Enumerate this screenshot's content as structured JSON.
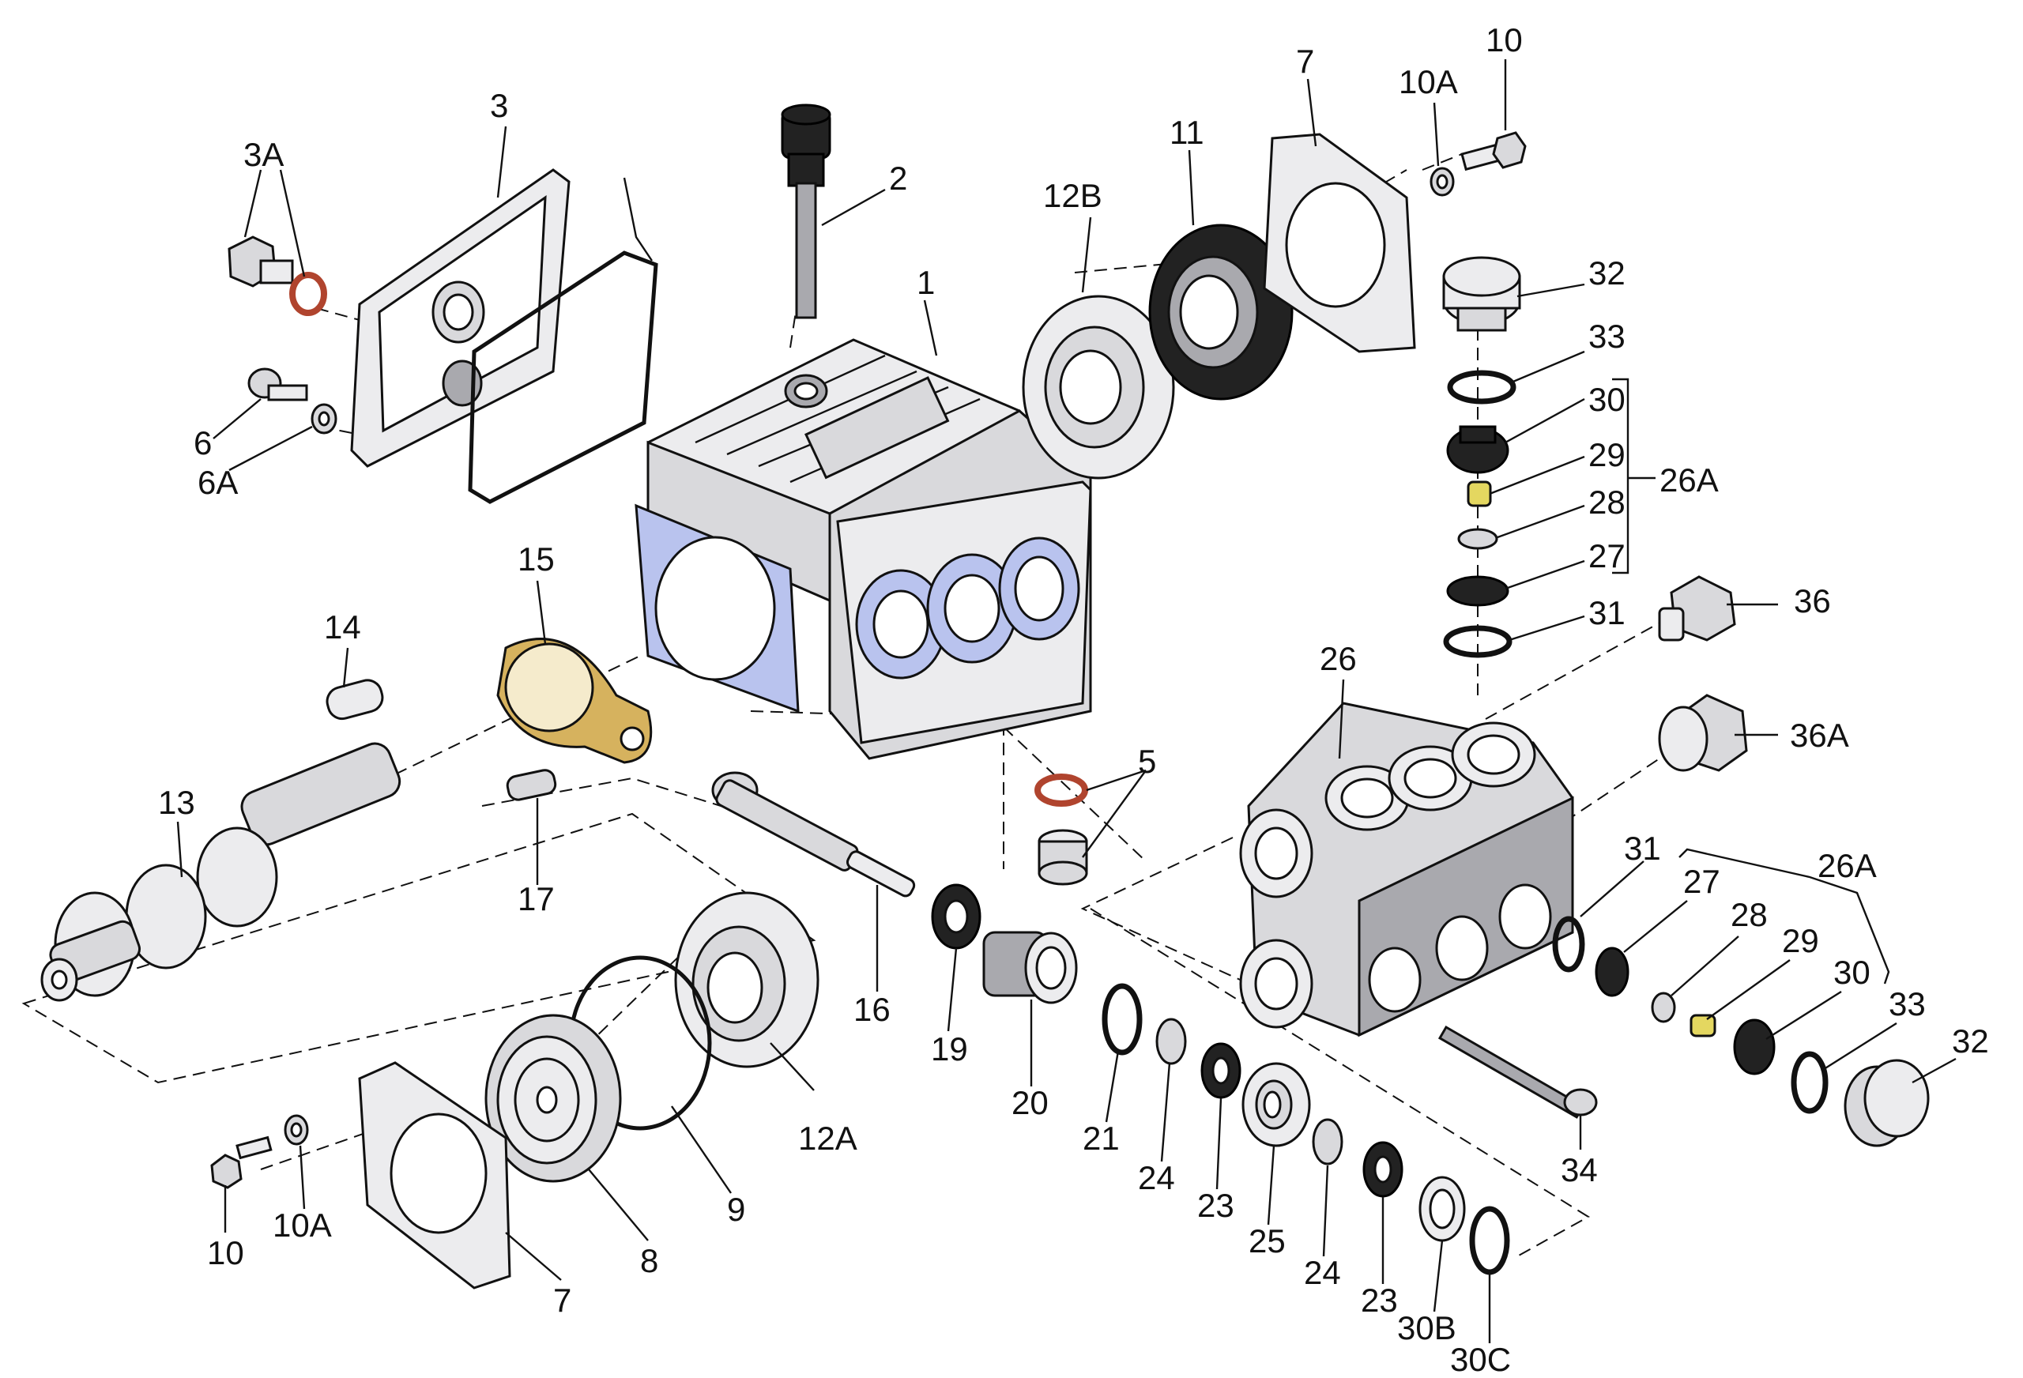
{
  "diagram": {
    "callouts": {
      "c1": "1",
      "c2": "2",
      "c3": "3",
      "c3A": "3A",
      "c5": "5",
      "c6": "6",
      "c6A": "6A",
      "c7a": "7",
      "c7b": "7",
      "c8": "8",
      "c9": "9",
      "c10a": "10",
      "c10Aa": "10A",
      "c10b": "10",
      "c10Ab": "10A",
      "c11": "11",
      "c12A": "12A",
      "c12B": "12B",
      "c13": "13",
      "c14": "14",
      "c15": "15",
      "c16": "16",
      "c17": "17",
      "c19": "19",
      "c20": "20",
      "c21": "21",
      "c23a": "23",
      "c23b": "23",
      "c24a": "24",
      "c24b": "24",
      "c25": "25",
      "c26": "26",
      "c26Aa": "26A",
      "c26Ab": "26A",
      "c27a": "27",
      "c27b": "27",
      "c28a": "28",
      "c28b": "28",
      "c29a": "29",
      "c29b": "29",
      "c30a": "30",
      "c30b": "30",
      "c30B": "30B",
      "c30C": "30C",
      "c31a": "31",
      "c31b": "31",
      "c32a": "32",
      "c32b": "32",
      "c33a": "33",
      "c33b": "33",
      "c34": "34",
      "c36": "36",
      "c36A": "36A"
    },
    "colors": {
      "metal": "#d9d9dc",
      "housing_face": "#b9c3ee",
      "brass": "#d6b25e",
      "spring": "#e4d760",
      "oring_red": "#b0442e",
      "seal_black": "#222222"
    }
  }
}
